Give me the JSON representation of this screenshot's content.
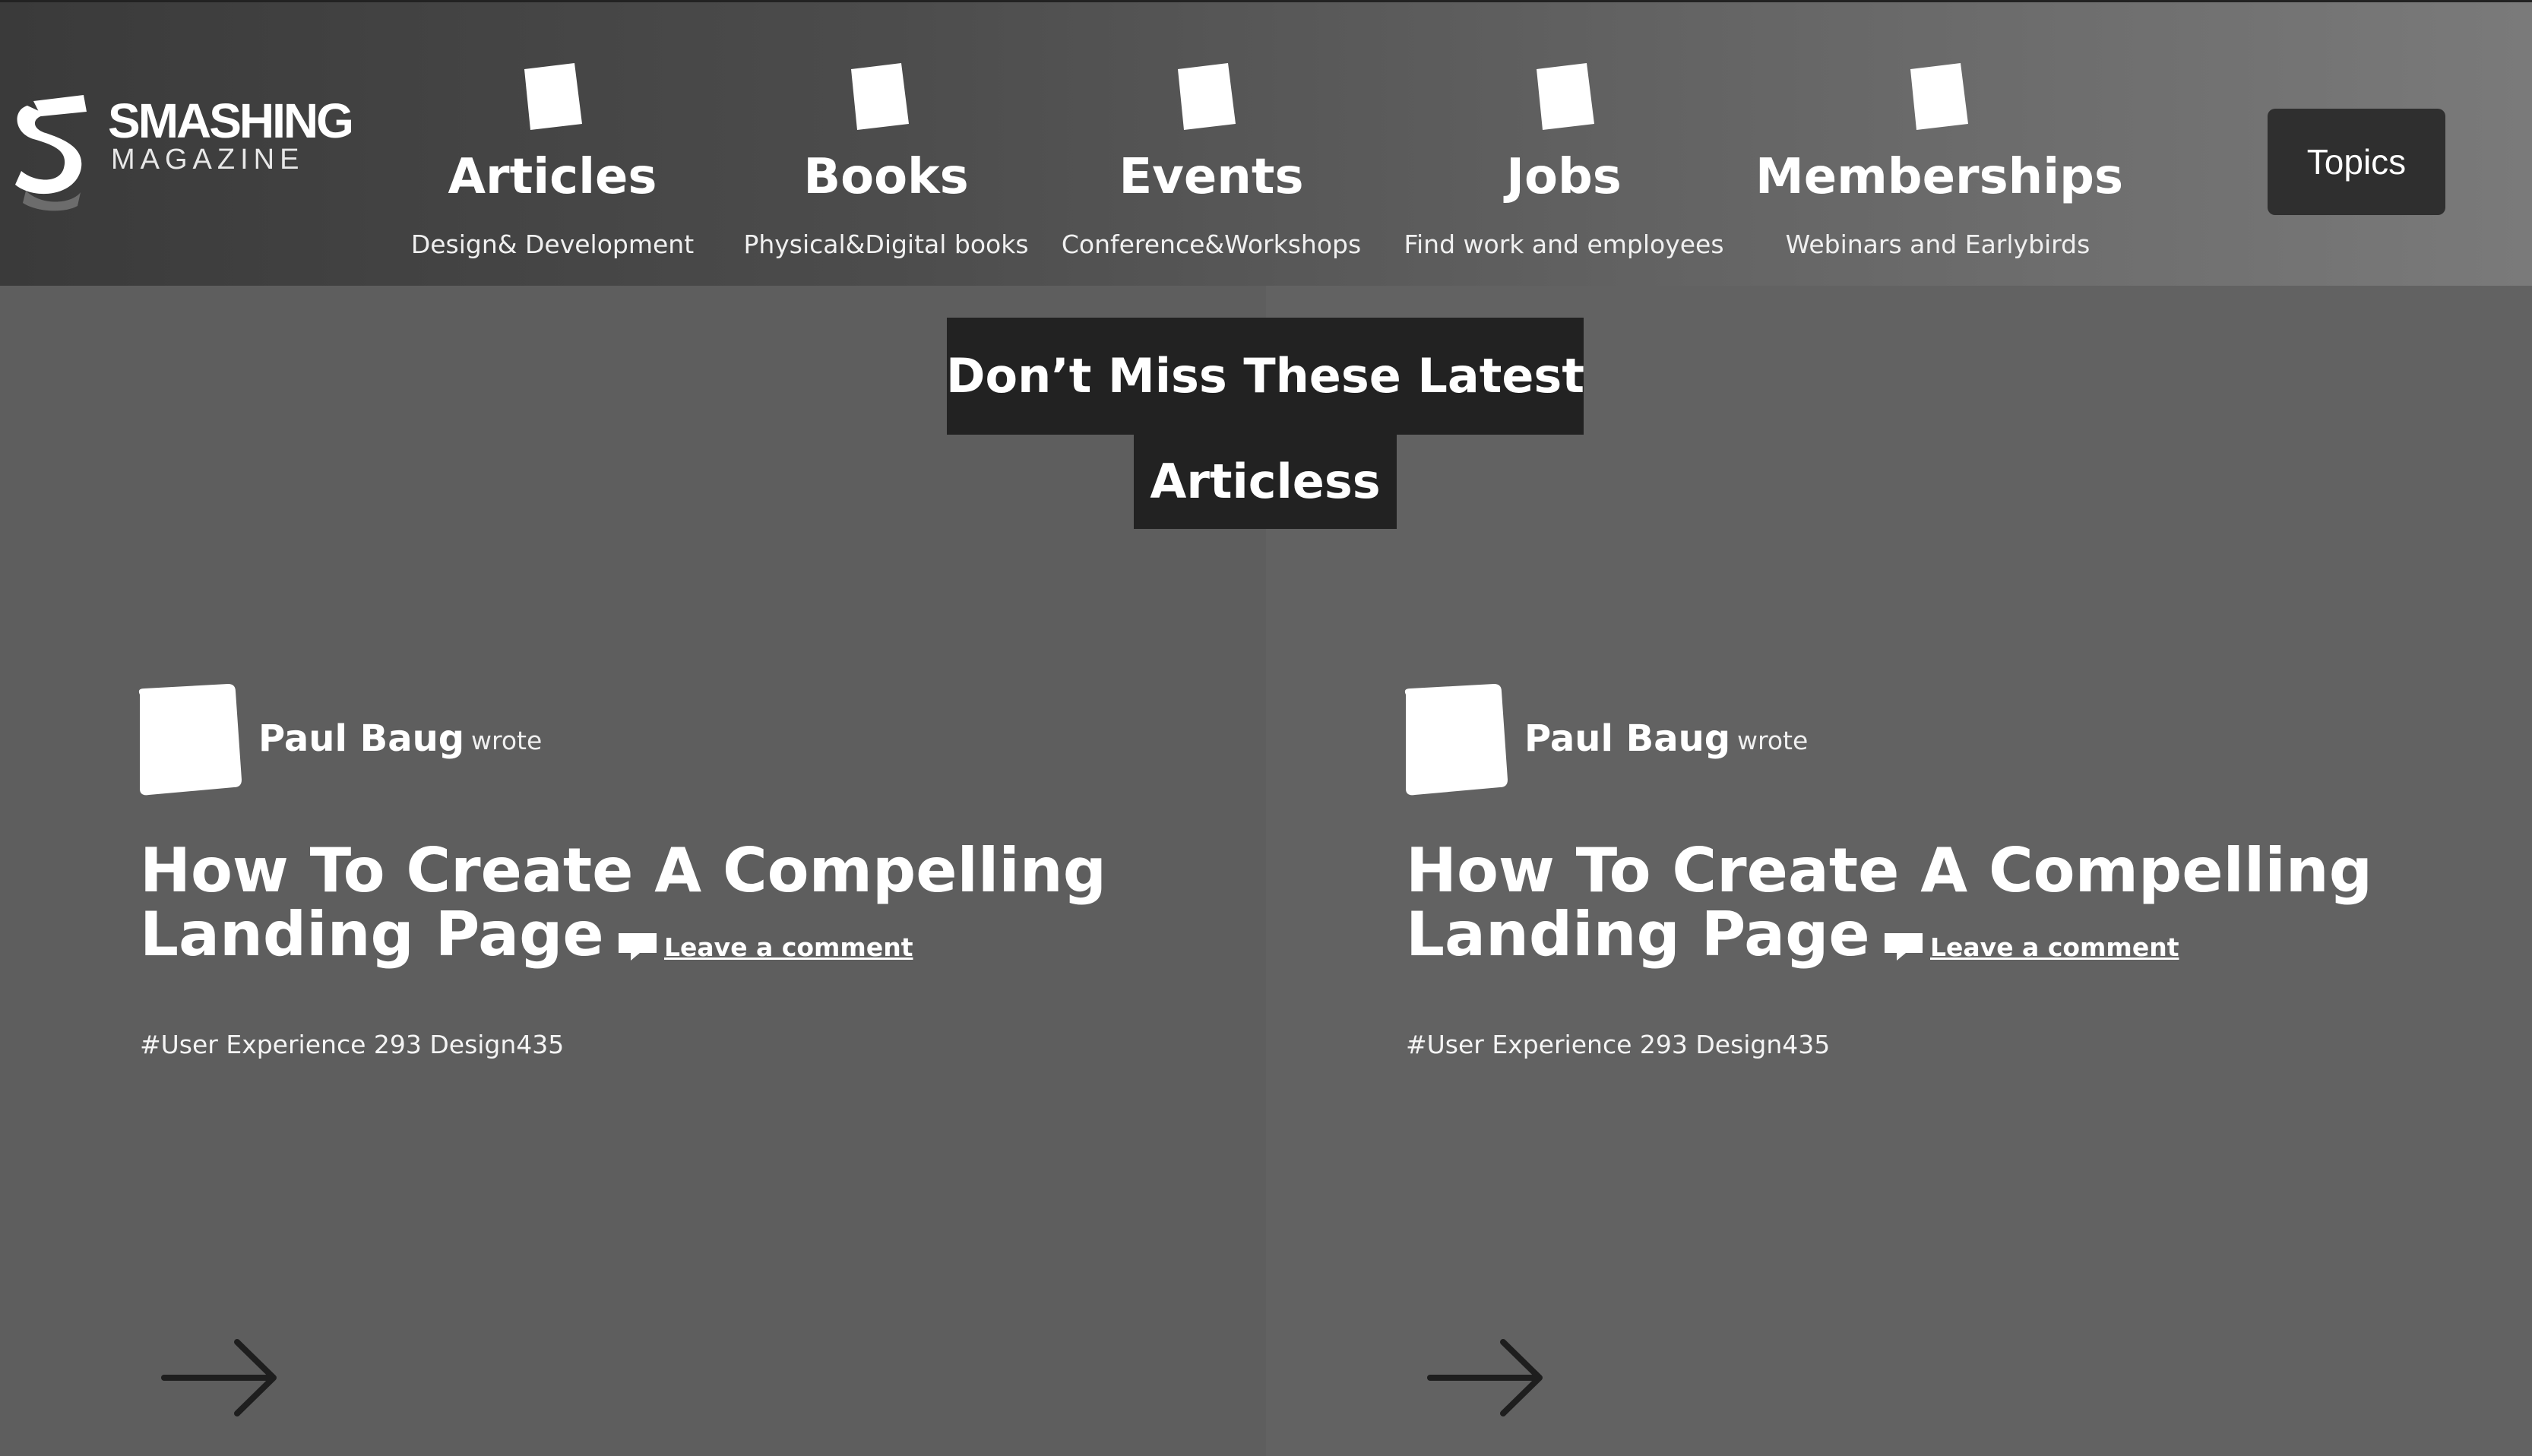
{
  "logo": {
    "word": "SMASHING",
    "sub": "MAGAZINE"
  },
  "nav": {
    "items": [
      {
        "title": "Articles",
        "subtitle": "Design& Development",
        "icon": "square-tile-icon"
      },
      {
        "title": "Books",
        "subtitle": "Physical&Digital books",
        "icon": "square-tile-icon"
      },
      {
        "title": "Events",
        "subtitle": "Conference&Workshops",
        "icon": "square-tile-icon"
      },
      {
        "title": "Jobs",
        "subtitle": "Find work and employees",
        "icon": "square-tile-icon"
      },
      {
        "title": "Memberships",
        "subtitle": "Webinars and Earlybirds",
        "icon": "square-tile-icon"
      }
    ],
    "topics_label": "Topics"
  },
  "main": {
    "heading_line1": "Don’t Miss These Latest",
    "heading_line2": "Articless"
  },
  "articles": [
    {
      "author": "Paul Baug",
      "verb": "wrote",
      "title": "How To Create A Compelling Landing Page",
      "comment_label": "Leave a comment",
      "tags": "#User Experience 293 Design435",
      "arrow_icon": "arrow-right-icon"
    },
    {
      "author": "Paul Baug",
      "verb": "wrote",
      "title": "How To Create A Compelling Landing Page",
      "comment_label": "Leave a comment",
      "tags": "#User Experience 293 Design435",
      "arrow_icon": "arrow-right-icon"
    }
  ],
  "colors": {
    "background": "#5e5e5e",
    "heading_bg": "#222222",
    "button_bg": "#2f2f2f",
    "text": "#ffffff"
  }
}
